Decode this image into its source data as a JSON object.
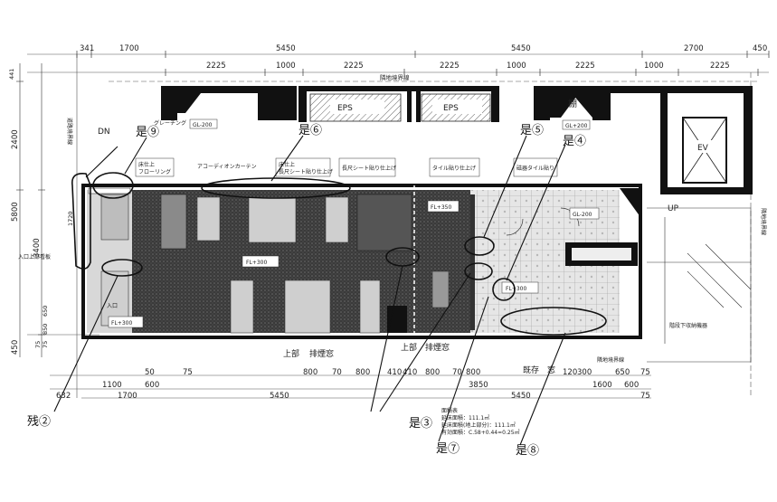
{
  "top_dims_1": [
    "341",
    "1700",
    "5450",
    "5450",
    "2700",
    "450"
  ],
  "top_dims_2": [
    "2225",
    "1000",
    "2225",
    "2225",
    "1000",
    "2225",
    "1000",
    "2225"
  ],
  "bottom_dims_1": [
    "50",
    "75",
    "800",
    "70",
    "800",
    "410",
    "410",
    "800",
    "70",
    "800",
    "120",
    "300",
    "650",
    "75"
  ],
  "bottom_dims_2": [
    "1100",
    "600",
    "3850",
    "1600",
    "600"
  ],
  "bottom_dims_3": [
    "632",
    "1700",
    "5450",
    "5450",
    "75"
  ],
  "left_dims": [
    "441",
    "2400",
    "5800",
    "3400",
    "1720",
    "650",
    "850",
    "75",
    "75",
    "450"
  ],
  "rooms": {
    "eps1": "EPS",
    "eps2": "EPS",
    "ev": "EV",
    "shelf": "棚",
    "dn": "DN",
    "up": "UP"
  },
  "bottom_labels": {
    "upper1": "上部",
    "vent1": "排煙窓",
    "upper2": "上部",
    "vent2": "排煙窓",
    "existing": "既存",
    "window": "窓"
  },
  "notes": {
    "grating": "グレーチング",
    "fl_a": "FL+300",
    "fl_b": "FL+300",
    "fl_c": "FL+300",
    "fl_d": "FL+350",
    "gl_200": "GL-200",
    "gl_200b": "GL-200",
    "ug_200": "GL+200",
    "accordion": "アコーディオンカーテン",
    "flooring": "フローリング",
    "floor1": "床仕上",
    "floor2": "床仕上",
    "vinyl": "長尺シート貼り仕上げ",
    "vinyl2": "長尺シート貼り仕上げ",
    "tile": "タイル貼り仕上げ",
    "tile2": "磁器タイル貼り",
    "boundary_top": "隣地境界線",
    "boundary_right": "隣地境界線",
    "boundary_bottom": "隣地境界線",
    "road": "道路境界線",
    "entrance": "入口",
    "entrance_note": "入口上部看板",
    "stair_note": "階段下収納機器",
    "area_title": "面積表",
    "area_1": "延床面積：111.1㎡",
    "area_2": "延床面積(地上部分)：111.1㎡",
    "area_3": "有効面積：C.58+0.44=0.25㎡"
  },
  "callouts": {
    "c6": "是⑥",
    "c9": "是⑨",
    "c5": "是⑤",
    "c4": "是④",
    "c2": "残②",
    "c3": "是③",
    "c7": "是⑦",
    "c8": "是⑧"
  }
}
